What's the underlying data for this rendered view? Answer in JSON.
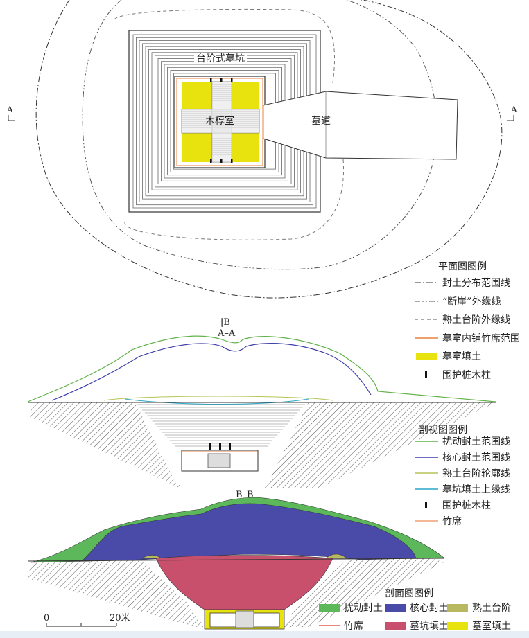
{
  "plan": {
    "pit_label": "台阶式墓坑",
    "chamber_label": "木椁室",
    "passage_label": "墓道",
    "section_marker_left": "A",
    "section_marker_right": "A",
    "b_marker": "|B"
  },
  "sections": {
    "aa_title": "A–A",
    "bb_title": "B–B"
  },
  "plan_legend": {
    "title": "平面图图例",
    "items": [
      {
        "label": "封土分布范围线",
        "symbol": "dash-dot",
        "color": "#333333"
      },
      {
        "label": "“断崖”外缘线",
        "symbol": "dash-dot-dot",
        "color": "#555555"
      },
      {
        "label": "熟土台阶外缘线",
        "symbol": "dashed",
        "color": "#555555"
      },
      {
        "label": "墓室内铺竹席范围",
        "symbol": "line",
        "color": "#e8823c"
      },
      {
        "label": "墓室填土",
        "symbol": "fill",
        "color": "#e8e20e"
      },
      {
        "label": "围护桩木柱",
        "symbol": "post",
        "color": "#111111"
      }
    ]
  },
  "section_legend": {
    "title": "剖视图图例",
    "items": [
      {
        "label": "扰动封土范围线",
        "symbol": "line",
        "color": "#62b24a"
      },
      {
        "label": "核心封土范围线",
        "symbol": "line",
        "color": "#3d3da8"
      },
      {
        "label": "熟土台阶轮廓线",
        "symbol": "line",
        "color": "#b7c45a"
      },
      {
        "label": "墓坑填土上缘线",
        "symbol": "line",
        "color": "#2aa6c8"
      },
      {
        "label": "围护桩木柱",
        "symbol": "post",
        "color": "#111111"
      },
      {
        "label": "竹席",
        "symbol": "line",
        "color": "#f0a070"
      }
    ]
  },
  "profile_legend": {
    "title": "剖面图图例",
    "items": [
      {
        "label": "扰动封土",
        "color": "#5cb85a"
      },
      {
        "label": "核心封土",
        "color": "#4a4aa8"
      },
      {
        "label": "熟土台阶",
        "color": "#b8b860"
      },
      {
        "label": "竹席",
        "color": "#e06050",
        "symbol": "line"
      },
      {
        "label": "墓坑填土",
        "color": "#c8506c"
      },
      {
        "label": "墓室填土",
        "color": "#e8e20e"
      }
    ]
  },
  "scale": {
    "start": "0",
    "end": "20米"
  }
}
